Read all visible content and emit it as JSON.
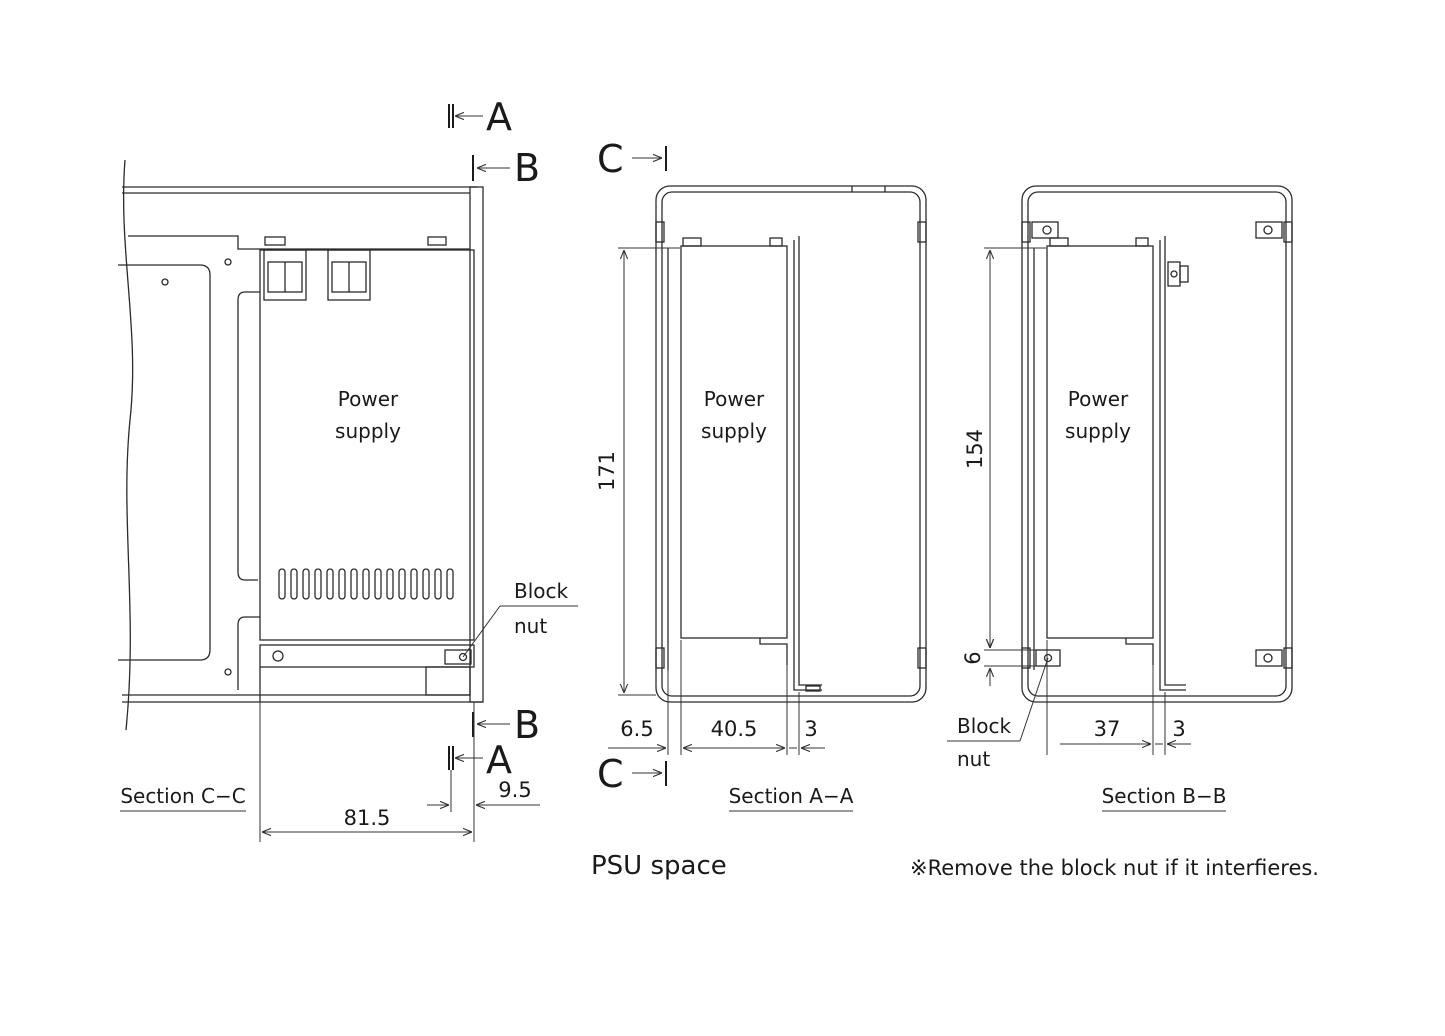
{
  "section_markers": {
    "a": "A",
    "b": "B",
    "c": "C"
  },
  "labels": {
    "power": "Power",
    "supply": "supply",
    "block": "Block",
    "nut": "nut"
  },
  "section_titles": {
    "cc": "Section C−C",
    "aa": "Section A−A",
    "bb": "Section B−B"
  },
  "dimensions": {
    "cc_width": "81.5",
    "cc_offset": "9.5",
    "aa_height": "171",
    "aa_left": "6.5",
    "aa_width": "40.5",
    "aa_right": "3",
    "bb_height": "154",
    "bb_nut": "6",
    "bb_width": "37",
    "bb_right": "3"
  },
  "caption": "PSU space",
  "note": "※Remove the block nut if it interfieres."
}
